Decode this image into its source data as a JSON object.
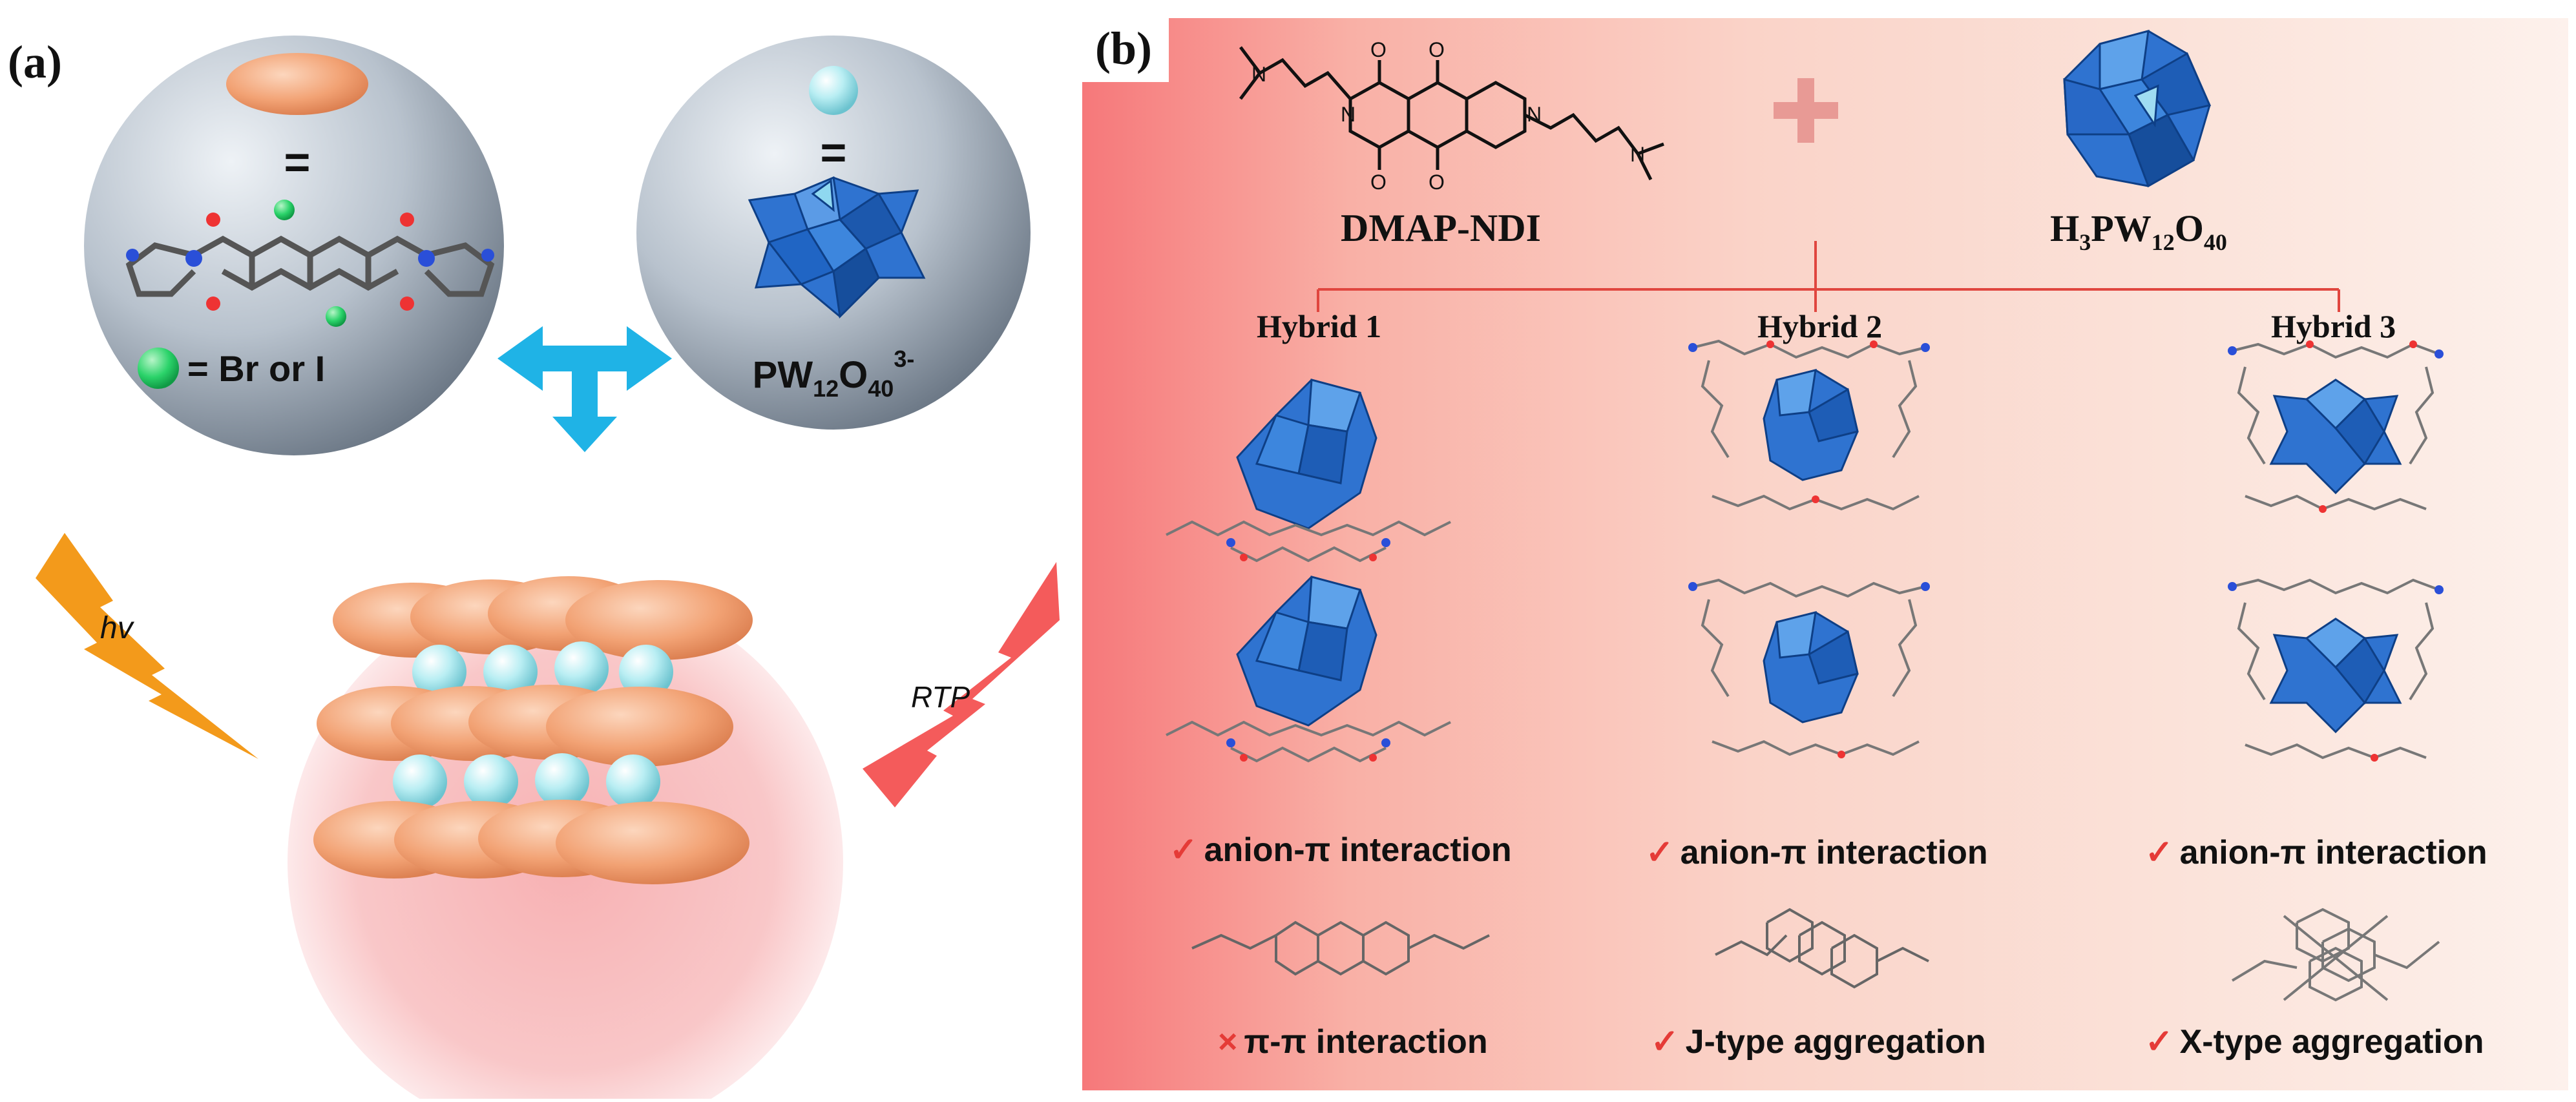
{
  "panel_a": {
    "tag": "(a)",
    "eq_sign_1": "=",
    "eq_sign_2": "=",
    "halogen_legend": "= Br or  I",
    "pom_formula": {
      "base": "PW",
      "sub1": "12",
      "mid": "O",
      "sub2": "40",
      "sup": "3-"
    },
    "light_label": "hv",
    "emission_label": "RTP",
    "colors": {
      "sphere": "#b4bec9",
      "ellipsoid": "#f3a77c",
      "pom_small": "#a9e3ea",
      "polyhedron": "#2f73d0",
      "arrow": "#1fb3e6",
      "bolt_in": "#f39a1b",
      "bolt_out": "#f45b5b"
    }
  },
  "panel_b": {
    "tag": "(b)",
    "molecule_name": "DMAP-NDI",
    "acid_formula": {
      "h": "H",
      "h_sub": "3",
      "pw": "PW",
      "pw_sub": "12",
      "o": "O",
      "o_sub": "40"
    },
    "hybrids": [
      {
        "title": "Hybrid 1",
        "check1": "✓",
        "feature1": "anion-π interaction",
        "mark2": "×",
        "feature2": "π-π interaction"
      },
      {
        "title": "Hybrid 2",
        "check1": "✓",
        "feature1": "anion-π interaction",
        "mark2": "✓",
        "feature2": "J-type aggregation"
      },
      {
        "title": "Hybrid 3",
        "check1": "✓",
        "feature1": "anion-π interaction",
        "mark2": "✓",
        "feature2": "X-type aggregation"
      }
    ],
    "colors": {
      "gradient_left": "#f6787a",
      "gradient_right": "#fdf1ec",
      "bracket": "#e0463f",
      "plus": "#e89a95",
      "check": "#e53b37"
    }
  }
}
